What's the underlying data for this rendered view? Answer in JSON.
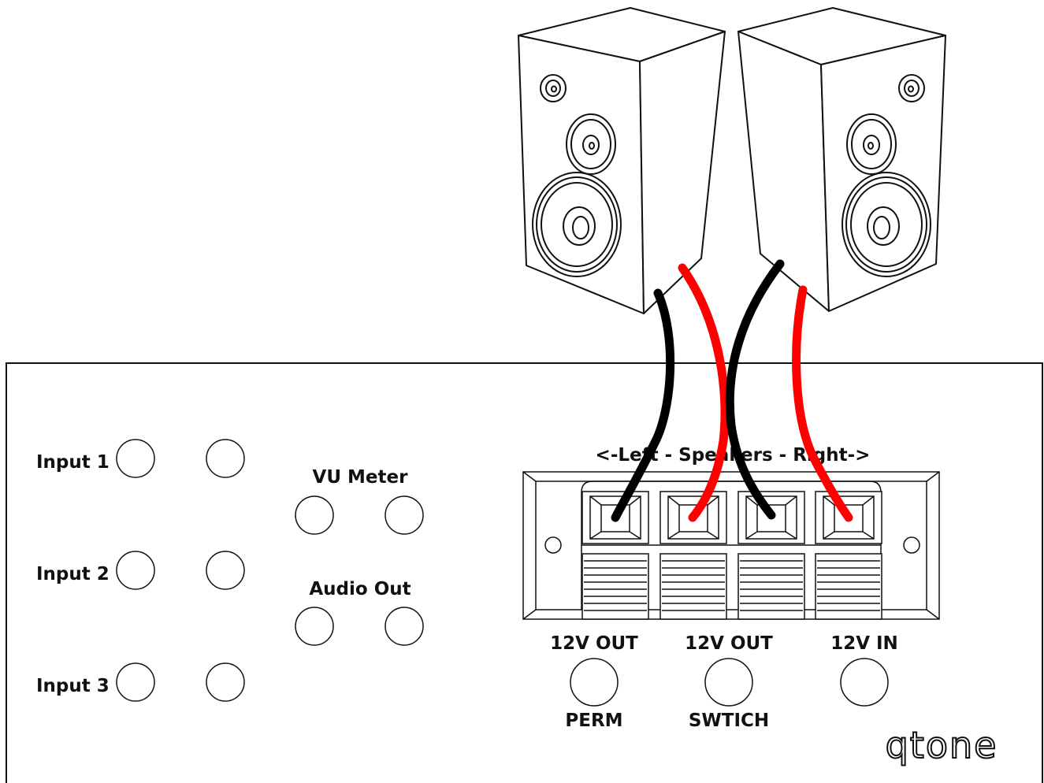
{
  "inputs": [
    "Input 1",
    "Input 2",
    "Input 3"
  ],
  "vu_meter_label": "VU Meter",
  "audio_out_label": "Audio Out",
  "speakers_label": "<-Left - Speakers - Right->",
  "power_ports": [
    {
      "top": "12V OUT",
      "bottom": "PERM"
    },
    {
      "top": "12V OUT",
      "bottom": "SWTICH"
    },
    {
      "top": "12V IN",
      "bottom": ""
    }
  ],
  "brand": "qtone",
  "colors": {
    "negative_wire": "#000000",
    "positive_wire": "#ff0000",
    "outline": "#111111"
  }
}
